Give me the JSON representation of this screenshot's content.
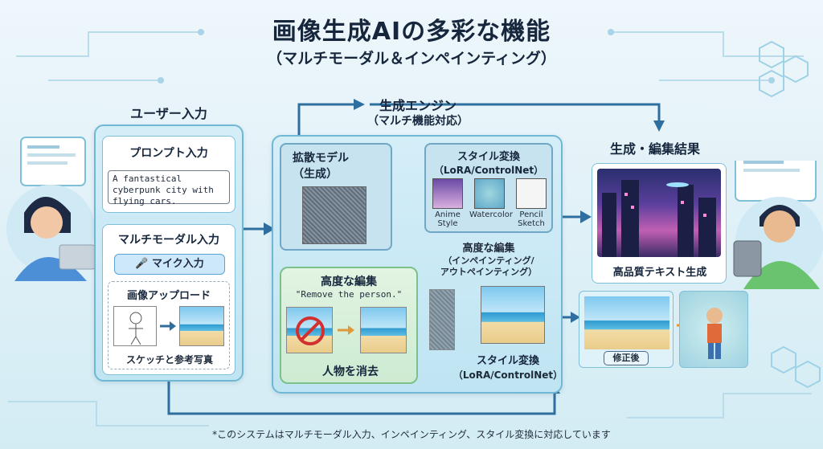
{
  "title": "画像生成AIの多彩な機能",
  "subtitle": "（マルチモーダル＆インペインティング）",
  "input_section": {
    "label": "ユーザー入力",
    "prompt_header": "プロンプト入力",
    "prompt_text": "A fantastical cyberpunk city with flying cars.",
    "multimodal_header": "マルチモーダル入力",
    "mic_label": "マイク入力",
    "upload_header": "画像アップロード",
    "sketch_caption": "スケッチと参考写真"
  },
  "engine_section": {
    "label_line1": "生成エンジン",
    "label_line2": "（マルチ機能対応）",
    "diffusion_line1": "拡散モデル",
    "diffusion_line2": "（生成）",
    "style_header": "スタイル変換",
    "style_sub": "（LoRA/ControlNet）",
    "styles": [
      "Anime Style",
      "Watercolor",
      "Pencil Sketch"
    ],
    "edit_header": "高度な編集",
    "edit_quote": "\"Remove the person.\"",
    "edit_caption": "人物を消去",
    "adv_edit_line1": "高度な編集",
    "adv_edit_line2": "（インペインティング/",
    "adv_edit_line3": "アウトペインティング）",
    "style2_line1": "スタイル変換",
    "style2_line2": "（LoRA/ControlNet）"
  },
  "output_section": {
    "label": "生成・編集結果",
    "hq_caption": "高品質テキスト生成",
    "fixed_tag": "修正後"
  },
  "footnote": "*このシステムはマルチモーダル入力、インペインティング、スタイル変換に対応しています",
  "colors": {
    "panel_border": "#6fb8d4",
    "green_border": "#7cc08a",
    "arrow": "#2f6f9f"
  }
}
